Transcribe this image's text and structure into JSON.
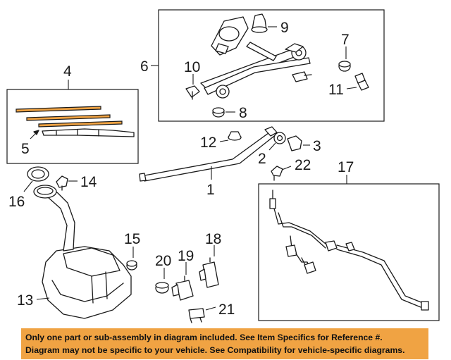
{
  "callouts": {
    "c1": "1",
    "c2": "2",
    "c3": "3",
    "c4": "4",
    "c5": "5",
    "c6": "6",
    "c7": "7",
    "c8": "8",
    "c9": "9",
    "c10": "10",
    "c11": "11",
    "c12": "12",
    "c13": "13",
    "c14": "14",
    "c15": "15",
    "c16": "16",
    "c17": "17",
    "c18": "18",
    "c19": "19",
    "c20": "20",
    "c21": "21",
    "c22": "22"
  },
  "disclaimer": {
    "line1": "Only one part or sub-assembly in diagram included. See Item Specifics for Reference #.",
    "line2": "Diagram may not be specific to your vehicle. See Compatibility for vehicle-specific diagrams."
  },
  "colors": {
    "banner": "#f0a343",
    "ink": "#1a1a1a",
    "highlight": "#f0a343"
  }
}
